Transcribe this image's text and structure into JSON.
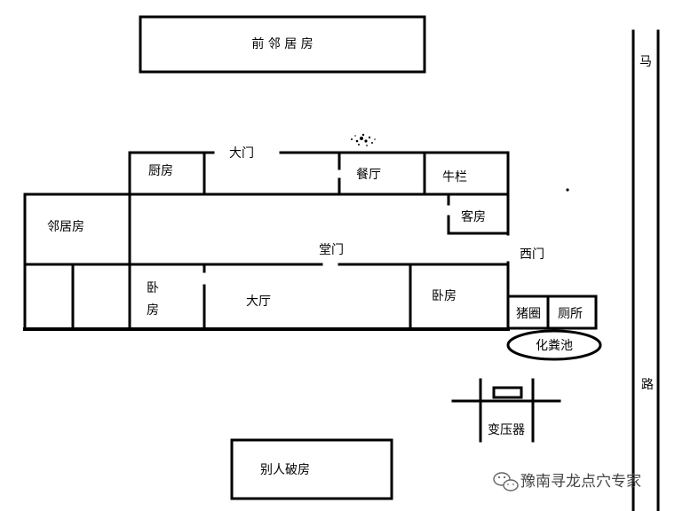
{
  "labels": {
    "front_neighbor": "前 邻 居 房",
    "road_ma": "马",
    "road_lu": "路",
    "kitchen": "厨房",
    "main_gate": "大门",
    "dining": "餐厅",
    "cattle_pen": "牛栏",
    "guest_room": "客房",
    "neighbor_house": "邻居房",
    "hall_door": "堂门",
    "west_gate": "西门",
    "bedroom_left_1": "卧",
    "bedroom_left_2": "房",
    "living_hall": "大厅",
    "bedroom_right": "卧房",
    "pigsty": "猪圈",
    "toilet": "厕所",
    "septic_tank": "化粪池",
    "transformer": "变压器",
    "ruined_house": "别人破房",
    "watermark": "豫南寻龙点穴专家"
  }
}
